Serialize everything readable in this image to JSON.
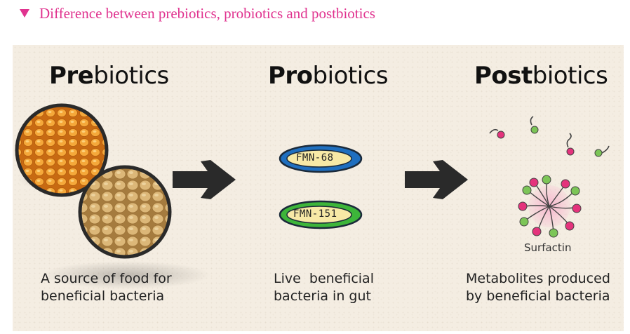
{
  "header": {
    "title": "Difference between prebiotics, probiotics and postbiotics"
  },
  "columns": [
    {
      "title_bold": "Pre",
      "title_rest": "biotics",
      "caption_lines": [
        "A source of food for",
        "beneficial bacteria"
      ]
    },
    {
      "title_bold": "Pro",
      "title_rest": "biotics",
      "caption_lines": [
        "Live  beneficial",
        "bacteria in gut"
      ],
      "bacteria": [
        "FMN-68",
        "FMN-151"
      ]
    },
    {
      "title_bold": "Post",
      "title_rest": "biotics",
      "caption_lines": [
        "Metabolites produced",
        "by beneficial bacteria"
      ],
      "molecule_label": "Surfactin"
    }
  ],
  "colors": {
    "header_accent": "#e0338f",
    "panel_background": "#f4ede2",
    "arrow": "#2a2a2a",
    "bacteria_1_outer": "#1f6fbf",
    "bacteria_2_outer": "#3db53a",
    "bacteria_inner": "#f7e9a6",
    "molecule_pink": "#e4337c",
    "molecule_green": "#7cc557"
  },
  "icons": [
    "triangle-down-icon",
    "arrow-right-icon",
    "corn-kernels-image",
    "soybeans-image",
    "bacteria-icon",
    "surfactin-molecule-icon"
  ]
}
